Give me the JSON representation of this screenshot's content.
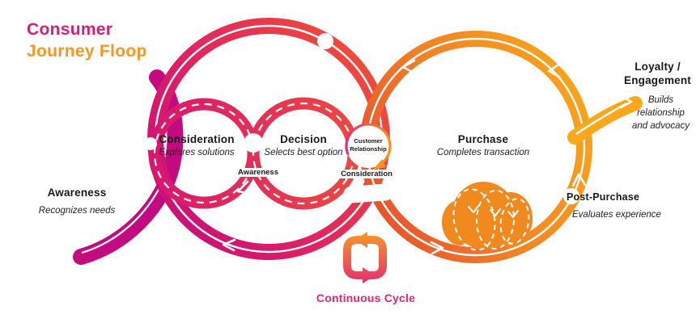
{
  "title": {
    "line1": "Consumer",
    "line2": "Journey Floop"
  },
  "stages": {
    "awareness": {
      "label": "Awareness",
      "sub": "Recognizes needs"
    },
    "consideration": {
      "label": "Consideration",
      "sub": "Explores solutions"
    },
    "decision": {
      "label": "Decision",
      "sub": "Selects best option"
    },
    "purchase": {
      "label": "Purchase",
      "sub": "Completes transaction"
    },
    "post_purchase": {
      "label": "Post-Purchase",
      "sub": "Evaluates experience"
    },
    "loyalty": {
      "label_line1": "Loyalty /",
      "label_line2": "Engagement",
      "sub_line1": "Builds",
      "sub_line2": "relationship",
      "sub_line3": "and advocacy"
    }
  },
  "annotations": {
    "customer_relationship_line1": "Customer",
    "customer_relationship_line2": "Relationship",
    "awareness_small": "Awareness",
    "consideration_small": "Consideration",
    "continuous_cycle": "Continuous Cycle"
  },
  "colors": {
    "magenta": "#C40A80",
    "pink_red": "#EF4F38",
    "red_orange": "#E8562F",
    "orange": "#F9A61B",
    "title_pink": "#D4216F",
    "title_orange": "#F8961D",
    "cycle_text_pink": "#E8217A",
    "label_black": "#1A1A1A"
  }
}
